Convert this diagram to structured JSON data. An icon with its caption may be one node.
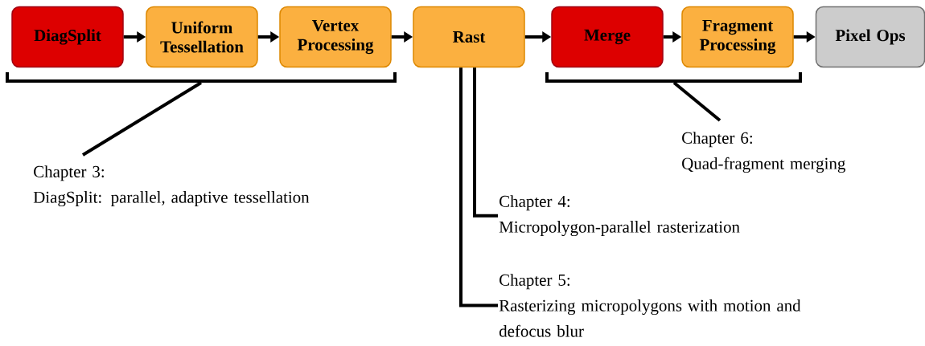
{
  "diagram": {
    "nodes": [
      {
        "text": [
          "DiagSplit"
        ]
      },
      {
        "text": [
          "Uniform Tessellation"
        ]
      },
      {
        "text": [
          "Vertex Processing"
        ]
      },
      {
        "text": [
          "Rast"
        ]
      },
      {
        "text": [
          "Merge"
        ]
      },
      {
        "text": [
          "Fragment Processing"
        ]
      },
      {
        "text": [
          "Pixel Ops"
        ]
      },
      {
        "text": [
          "Chapter 3:",
          "DiagSplit: parallel, adaptive tessellation"
        ]
      },
      {
        "text": [
          "Chapter 4:",
          "Micropolygon-parallel rasterization"
        ]
      },
      {
        "text": [
          "Chapter 5:",
          "Rasterizing micropolygons with motion and defocus blur"
        ]
      },
      {
        "text": [
          "Chapter 6:",
          "Quad-fragment merging"
        ]
      }
    ],
    "edges": [
      {
        "from": 0,
        "to": 1,
        "arrow": "to"
      },
      {
        "from": 1,
        "to": 2,
        "arrow": "to"
      },
      {
        "from": 2,
        "to": 3,
        "arrow": "to"
      },
      {
        "from": 3,
        "to": 4,
        "arrow": "to"
      },
      {
        "from": 4,
        "to": 5,
        "arrow": "to"
      },
      {
        "from": 5,
        "to": 6,
        "arrow": "to"
      },
      {
        "from": 7,
        "to": null,
        "arrow": "none"
      },
      {
        "from": 8,
        "to": 3,
        "arrow": "none"
      },
      {
        "from": 9,
        "to": 3,
        "arrow": "none"
      },
      {
        "from": 10,
        "to": null,
        "arrow": "none"
      }
    ]
  }
}
